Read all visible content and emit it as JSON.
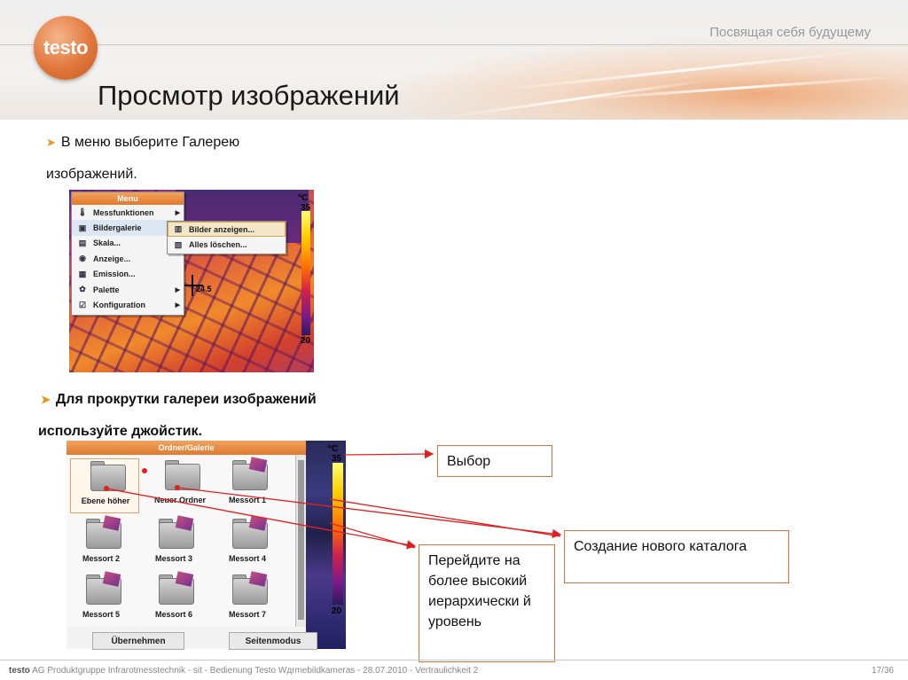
{
  "header": {
    "logo": "testo",
    "tagline": "Посвящая себя будущему",
    "title": "Просмотр изображений"
  },
  "bullets": {
    "first_line1": "В меню выберите Галерею",
    "first_line2": "изображений.",
    "second_line1": "Для прокрутки галереи изображений",
    "second_line2": "используйте джойстик."
  },
  "menu_screenshot": {
    "menu_title": "Menu",
    "items": [
      {
        "label": "Messfunktionen",
        "icon": "thermometer-icon"
      },
      {
        "label": "Bildergalerie",
        "icon": "floppy-disk-icon"
      },
      {
        "label": "Skala...",
        "icon": "scale-icon"
      },
      {
        "label": "Anzeige...",
        "icon": "eye-icon"
      },
      {
        "label": "Emission...",
        "icon": "emission-icon"
      },
      {
        "label": "Palette",
        "icon": "palette-icon"
      },
      {
        "label": "Konfiguration",
        "icon": "configuration-icon"
      }
    ],
    "submenu": [
      {
        "label": "Bilder anzeigen...",
        "icon": "images-icon"
      },
      {
        "label": "Alles löschen...",
        "icon": "delete-icon"
      }
    ],
    "scale_unit": "°C",
    "scale_max": "35",
    "scale_min": "20",
    "measured_temp": "24.5"
  },
  "gallery_screenshot": {
    "title": "Ordner/Galerie",
    "folders": [
      "Ebene höher",
      "Neuer Ordner",
      "Messort 1",
      "Messort 2",
      "Messort 3",
      "Messort 4",
      "Messort 5",
      "Messort 6",
      "Messort 7"
    ],
    "button_left": "Übernehmen",
    "button_right": "Seitenmodus",
    "scale_unit": "°C",
    "scale_max": "35",
    "scale_min": "20"
  },
  "callouts": {
    "select": "Выбор",
    "create_catalog": "Создание нового каталога",
    "go_up": "Перейдите на более высокий иерархически й уровень"
  },
  "footer": {
    "company": "testo",
    "text": "AG Produktgruppe Infrarotmesstechnik - sit - Bedienung Testo Wдrmebildkameras - 28.07.2010 - Vertraulichkeit 2",
    "page": "17/36"
  },
  "colors": {
    "accent": "#e0703c",
    "bullet_arrow": "#e7951e",
    "arrow_line": "#e02020"
  }
}
